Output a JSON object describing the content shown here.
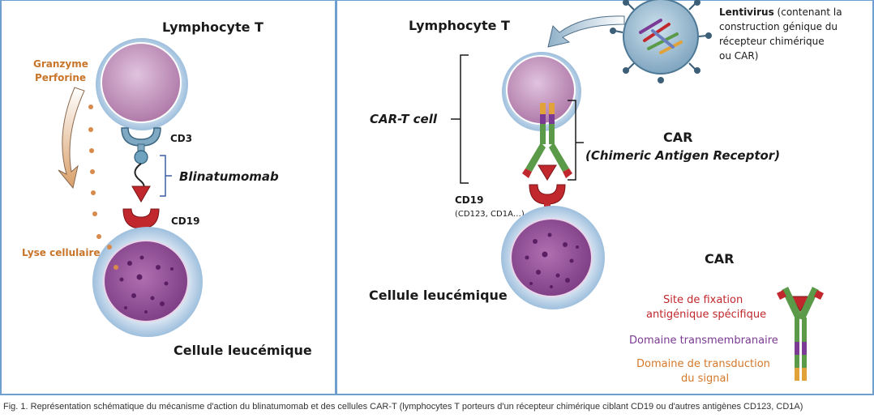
{
  "left_panel": {
    "lymphocyte_title": "Lymphocyte T",
    "granzyme": "Granzyme",
    "perforine": "Perforine",
    "cd3": "CD3",
    "blinatumomab": "Blinatumomab",
    "cd19": "CD19",
    "lyse": "Lyse cellulaire",
    "leukemic_cell": "Cellule leucémique"
  },
  "right_panel": {
    "lymphocyte_title": "Lymphocyte T",
    "lentivirus_bold": "Lentivirus",
    "lentivirus_rest_1": " (contenant la",
    "lentivirus_line_2": "construction génique du",
    "lentivirus_line_3": "récepteur chimérique",
    "lentivirus_line_4": "ou CAR)",
    "car_t_cell": "CAR-T cell",
    "car": "CAR",
    "car_full": "(Chimeric Antigen Receptor)",
    "cd19": "CD19",
    "cd19_sub": "(CD123, CD1A…)",
    "leukemic_cell": "Cellule leucémique"
  },
  "legend": {
    "title": "CAR",
    "site_line_1": "Site de fixation",
    "site_line_2": "antigénique spécifique",
    "transmembrane": "Domaine transmembranaire",
    "transduction_line_1": "Domaine de transduction",
    "transduction_line_2": "du signal"
  },
  "caption": "Fig. 1. Représentation schématique du mécanisme d'action du blinatumomab et des cellules CAR-T (lymphocytes T porteurs d'un récepteur chimérique ciblant CD19 ou d'autres antigènes CD123, CD1A)",
  "colors": {
    "frame": "#6f9fcf",
    "cell_purple": "#b98ab7",
    "cell_border": "#c9d9ea",
    "receptor_blue": "#7fa9c2",
    "antigen_red": "#c0282d",
    "dot_orange": "#d88a4a",
    "car_green": "#5a9a48",
    "car_purple": "#7b3a93",
    "car_orange": "#e1a23a"
  }
}
